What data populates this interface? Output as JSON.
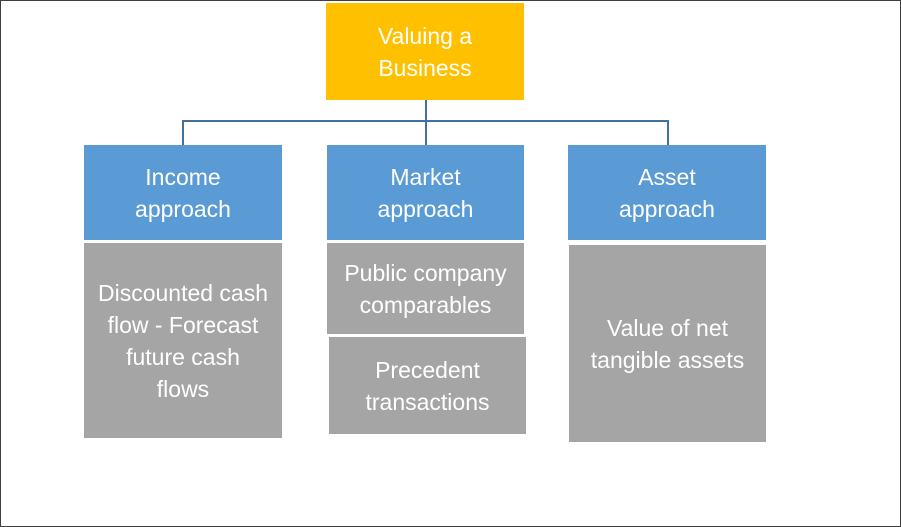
{
  "diagram": {
    "root": {
      "label": "Valuing a\nBusiness",
      "color": "#ffc000"
    },
    "approaches": [
      {
        "label": "Income\napproach",
        "details": [
          "Discounted cash\nflow - Forecast\nfuture cash\nflows"
        ]
      },
      {
        "label": "Market\napproach",
        "details": [
          "Public company\ncomparables",
          "Precedent\ntransactions"
        ]
      },
      {
        "label": "Asset\napproach",
        "details": [
          "Value of net\ntangible assets"
        ]
      }
    ],
    "colors": {
      "approach": "#5b9bd5",
      "detail": "#a5a5a5",
      "connector": "#41719c",
      "text": "#ffffff"
    }
  }
}
